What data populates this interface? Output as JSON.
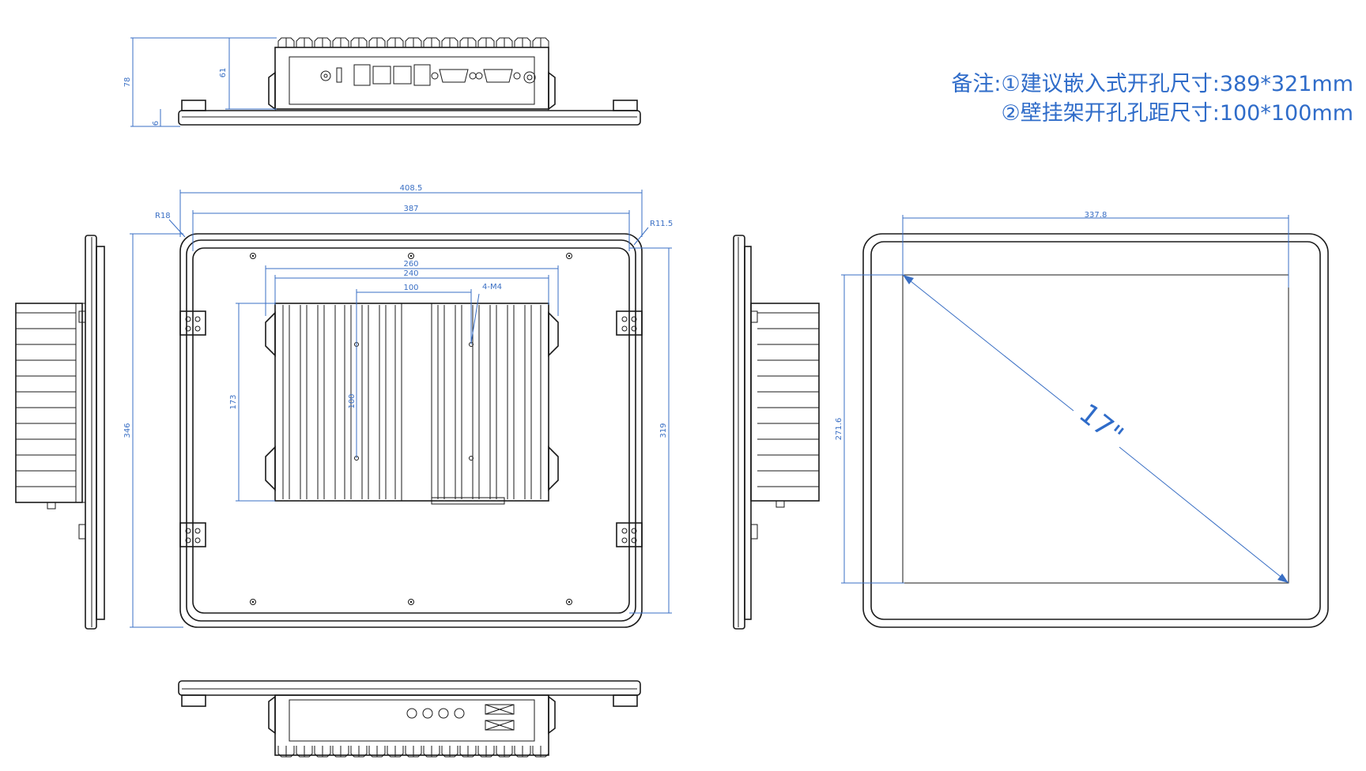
{
  "notes": {
    "line1": "备注:①建议嵌入式开孔尺寸:389*321mm",
    "line2": "②壁挂架开孔孔距尺寸:100*100mm"
  },
  "top_view": {
    "dim_height": "78",
    "dim_inner": "61",
    "dim_small": "6"
  },
  "back_view": {
    "dim_total_width": "408.5",
    "dim_inner_width": "387",
    "radius_left": "R18",
    "radius_right": "R11.5",
    "dim_260": "260",
    "dim_240": "240",
    "dim_100_h": "100",
    "screw_label": "4-M4",
    "dim_173": "173",
    "dim_100_v": "100",
    "dim_346": "346",
    "dim_319": "319"
  },
  "front_view": {
    "dim_width": "337.8",
    "dim_height": "271.6",
    "diagonal": "17\""
  },
  "colors": {
    "line": "#1a1a1a",
    "dimension": "#3a6fc4",
    "note": "#2f6cc9"
  }
}
